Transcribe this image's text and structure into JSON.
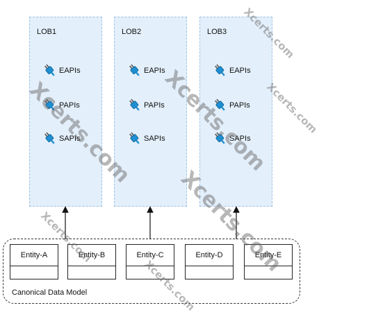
{
  "lobs": [
    {
      "title": "LOB1",
      "apis": [
        "EAPIs",
        "PAPIs",
        "SAPIs"
      ]
    },
    {
      "title": "LOB2",
      "apis": [
        "EAPIs",
        "PAPIs",
        "SAPIs"
      ]
    },
    {
      "title": "LOB3",
      "apis": [
        "EAPIs",
        "PAPIs",
        "SAPIs"
      ]
    }
  ],
  "canonical": {
    "label": "Canonical Data Model",
    "entities": [
      "Entity-A",
      "Entity-B",
      "Entity-C",
      "Entity-D",
      "Entity-E"
    ]
  },
  "watermark": "Xcerts.com",
  "colors": {
    "lob_fill": "#e3effa",
    "icon_blue": "#1f8fd1"
  }
}
